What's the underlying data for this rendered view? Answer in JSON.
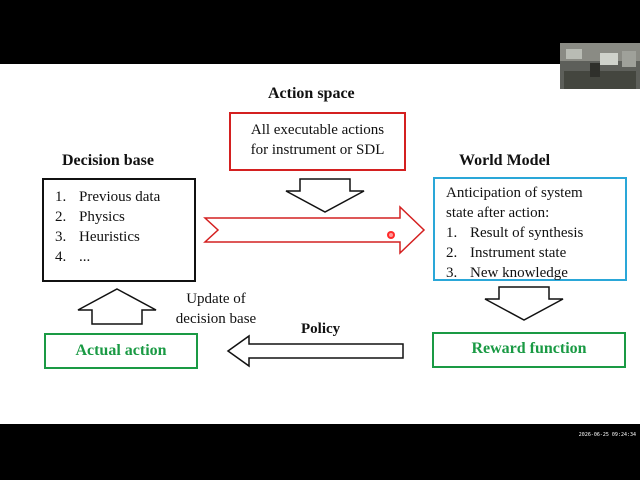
{
  "action_space": {
    "title": "Action space",
    "text_line1": "All executable actions",
    "text_line2": "for instrument or SDL"
  },
  "decision_base": {
    "title": "Decision base",
    "items": [
      {
        "num": "1.",
        "label": "Previous data"
      },
      {
        "num": "2.",
        "label": "Physics"
      },
      {
        "num": "3.",
        "label": "Heuristics"
      },
      {
        "num": "4.",
        "label": "..."
      }
    ]
  },
  "world_model": {
    "title": "World Model",
    "intro_line1": "Anticipation of system",
    "intro_line2": "state after action:",
    "items": [
      {
        "num": "1.",
        "label": "Result of synthesis"
      },
      {
        "num": "2.",
        "label": "Instrument state"
      },
      {
        "num": "3.",
        "label": "New knowledge"
      }
    ]
  },
  "update_text_line1": "Update of",
  "update_text_line2": "decision base",
  "policy_label": "Policy",
  "actual_action_label": "Actual action",
  "reward_function_label": "Reward function",
  "timestamp": "2026-06-25 09:24:34",
  "colors": {
    "red": "#d42020",
    "blue": "#2aa7d8",
    "green": "#1a9a44",
    "dark": "#111111",
    "background_slide": "#ffffff",
    "background_letterbox": "#000000"
  },
  "icons": {
    "webcam": "webcam-thumbnail",
    "pointer": "laser-pointer-dot"
  }
}
